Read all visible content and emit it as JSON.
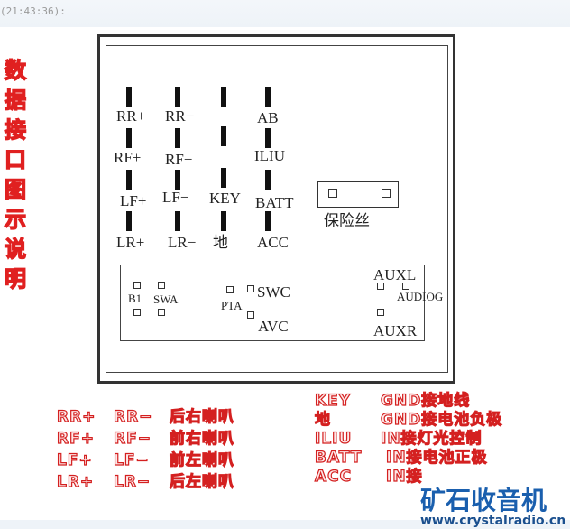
{
  "timestamp": "(21:43:36):",
  "side_title": [
    "数",
    "据",
    "接",
    "口",
    "图",
    "示",
    "说",
    "明"
  ],
  "pins": {
    "rr_plus": "RR+",
    "rr_minus": "RR−",
    "ab": "AB",
    "rf_plus": "RF+",
    "rf_minus": "RF−",
    "iliu": "ILIU",
    "lf_plus": "LF+",
    "lf_minus": "LF−",
    "key": "KEY",
    "batt": "BATT",
    "lr_plus": "LR+",
    "lr_minus": "LR−",
    "ground": "地",
    "acc": "ACC"
  },
  "fuse_label": "保险丝",
  "lower": {
    "b1": "B1",
    "swa": "SWA",
    "pta": "PTA",
    "swc": "SWC",
    "avc": "AVC",
    "auxl": "AUXL",
    "audiog": "AUDIOG",
    "auxr": "AUXR"
  },
  "legend_left": [
    {
      "plus": "RR+",
      "minus": "RR−",
      "desc": "后右喇叭"
    },
    {
      "plus": "RF+",
      "minus": "RF−",
      "desc": "前右喇叭"
    },
    {
      "plus": "LF+",
      "minus": "LF−",
      "desc": "前左喇叭"
    },
    {
      "plus": "LR+",
      "minus": "LR−",
      "desc": "后左喇叭"
    }
  ],
  "legend_right": [
    {
      "pin": "KEY",
      "desc": "GND接地线"
    },
    {
      "pin": "地",
      "desc": "GND接电池负极"
    },
    {
      "pin": "ILIU",
      "desc": "IN接灯光控制"
    },
    {
      "pin": "BATT",
      "desc": "IN接电池正极"
    },
    {
      "pin": "ACC",
      "desc": "IN接"
    }
  ],
  "watermark": {
    "name": "矿石收音机",
    "url": "www.crystalradio.cn"
  }
}
